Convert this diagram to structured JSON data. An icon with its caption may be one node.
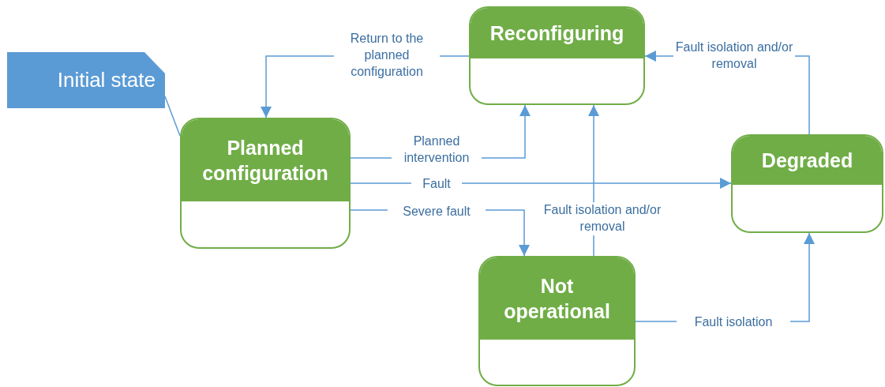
{
  "diagram": {
    "nodes": [
      {
        "text": [
          "Initial state"
        ]
      },
      {
        "text": [
          "Planned configuration"
        ]
      },
      {
        "text": [
          "Reconfiguring"
        ]
      },
      {
        "text": [
          "Degraded"
        ]
      },
      {
        "text": [
          "Not operational"
        ]
      }
    ],
    "edges": [
      {
        "from": 0,
        "to": 1,
        "arrow": "none"
      },
      {
        "from": 2,
        "to": 1,
        "arrow": "to",
        "label": "Return to the planned configuration"
      },
      {
        "from": 1,
        "to": 2,
        "arrow": "to",
        "label": "Planned intervention"
      },
      {
        "from": 1,
        "to": 3,
        "arrow": "to",
        "label": "Fault"
      },
      {
        "from": 1,
        "to": 4,
        "arrow": "to",
        "label": "Severe fault"
      },
      {
        "from": 4,
        "to": 2,
        "arrow": "to",
        "label": "Fault isolation and/or removal"
      },
      {
        "from": 3,
        "to": 2,
        "arrow": "to",
        "label": "Fault isolation and/or removal"
      },
      {
        "from": 4,
        "to": 3,
        "arrow": "to",
        "label": "Fault isolation"
      }
    ]
  }
}
